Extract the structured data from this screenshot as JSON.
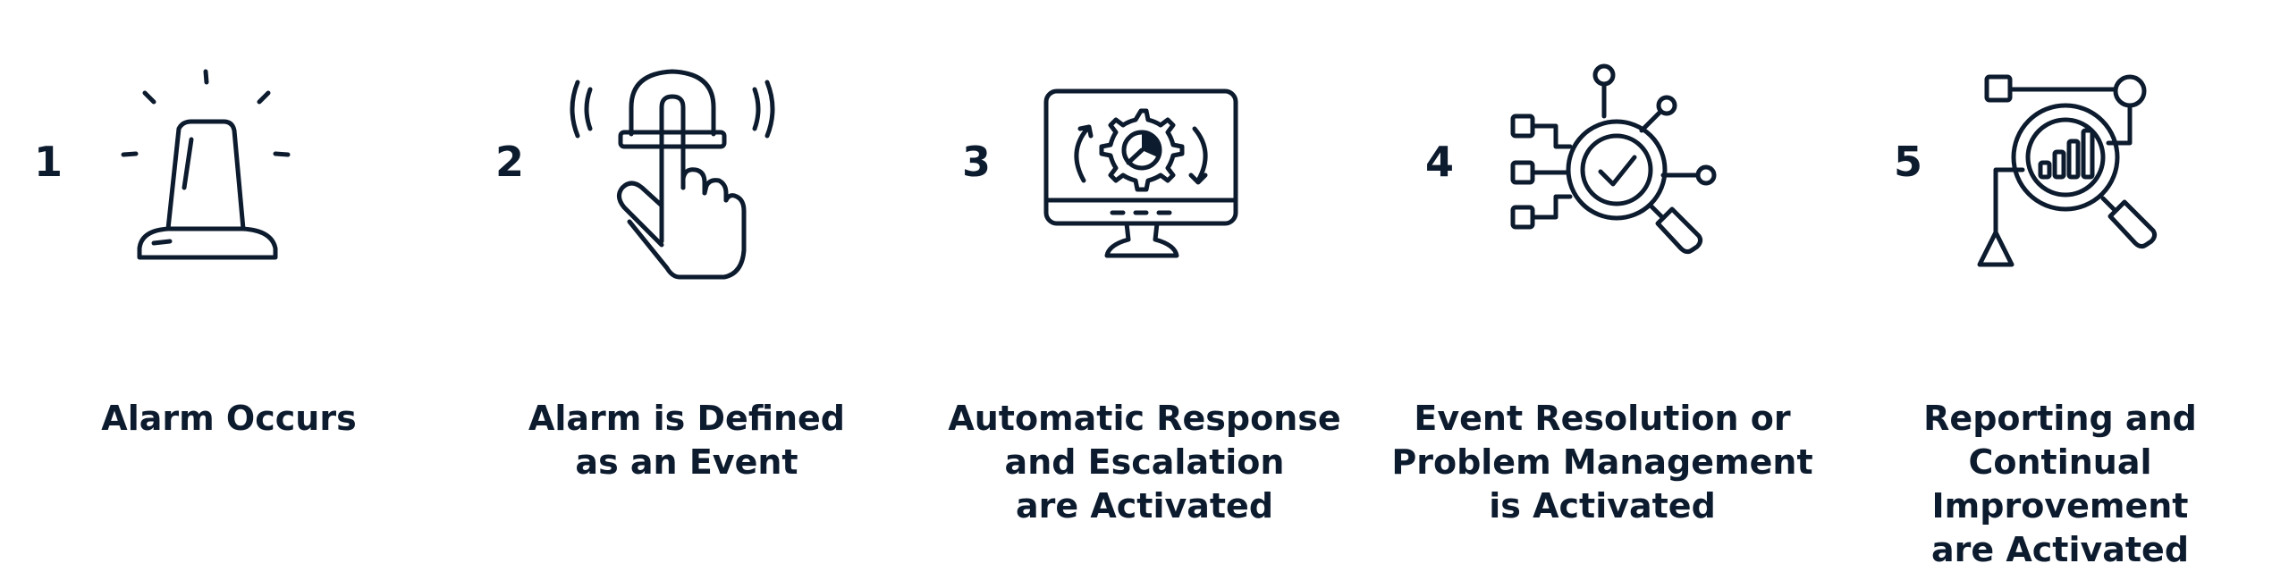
{
  "steps": [
    {
      "number": "1",
      "icon": "alarm-siren-icon",
      "label": "Alarm Occurs"
    },
    {
      "number": "2",
      "icon": "finger-press-button-icon",
      "label": "Alarm is Defined\nas an Event"
    },
    {
      "number": "3",
      "icon": "monitor-gear-cycle-icon",
      "label": "Automatic Response\nand Escalation\nare Activated"
    },
    {
      "number": "4",
      "icon": "magnifier-check-network-icon",
      "label": "Event Resolution or\nProblem Management\nis Activated"
    },
    {
      "number": "5",
      "icon": "magnifier-bar-chart-icon",
      "label": "Reporting and Continual\nImprovement\nare Activated"
    }
  ],
  "colors": {
    "ink": "#0d1b2e",
    "background": "#ffffff"
  }
}
